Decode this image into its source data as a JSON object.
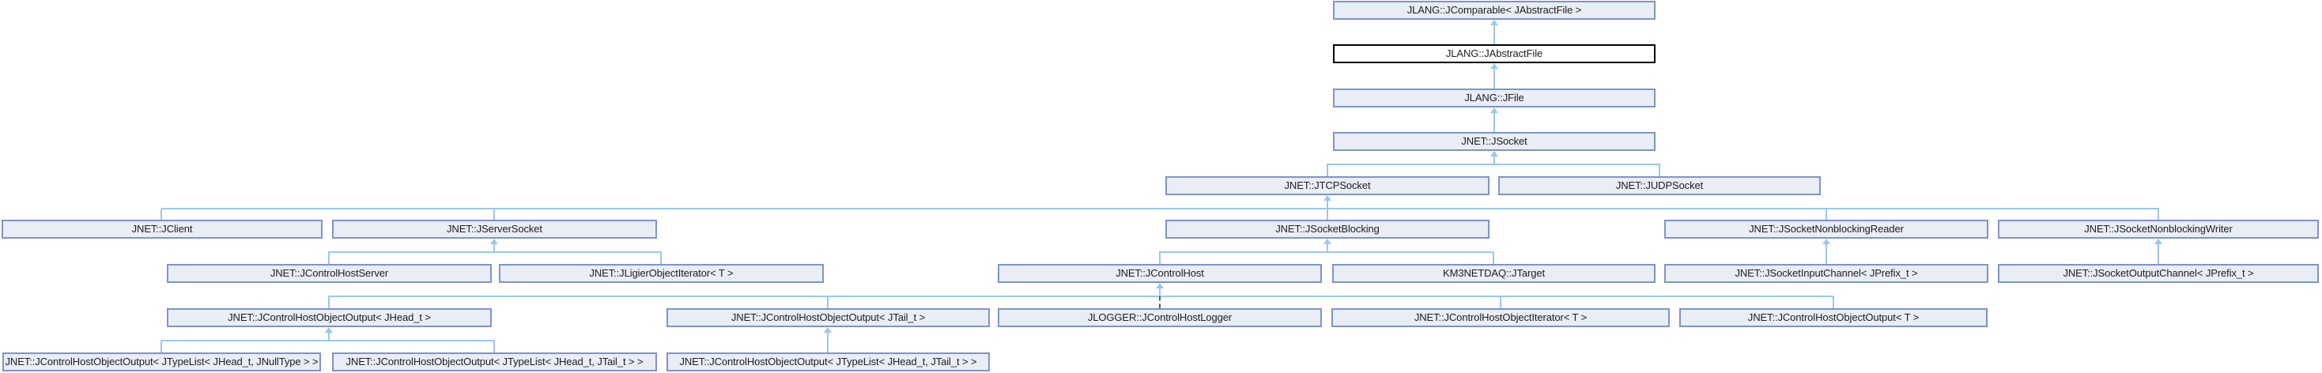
{
  "diagram": {
    "kind": "class-inheritance-graph",
    "colors": {
      "node_fill": "#e8edf6",
      "node_border": "#8193c6",
      "current_node_fill": "#ffffff",
      "current_node_border": "#000000",
      "edge": "#9cc7e8",
      "edge_protected": "#2e7d32",
      "text": "#202020"
    },
    "nodes": {
      "jcomparable": {
        "label": "JLANG::JComparable< JAbstractFile >"
      },
      "jabstractfile": {
        "label": "JLANG::JAbstractFile"
      },
      "jfile": {
        "label": "JLANG::JFile"
      },
      "jsocket": {
        "label": "JNET::JSocket"
      },
      "jtcpsocket": {
        "label": "JNET::JTCPSocket"
      },
      "judpsocket": {
        "label": "JNET::JUDPSocket"
      },
      "jclient": {
        "label": "JNET::JClient"
      },
      "jserversocket": {
        "label": "JNET::JServerSocket"
      },
      "jsocketblocking": {
        "label": "JNET::JSocketBlocking"
      },
      "jsocketnonblockingreader": {
        "label": "JNET::JSocketNonblockingReader"
      },
      "jsocketnonblockingwriter": {
        "label": "JNET::JSocketNonblockingWriter"
      },
      "jcontrolhostserver": {
        "label": "JNET::JControlHostServer"
      },
      "jligierobjectiterator": {
        "label": "JNET::JLigierObjectIterator< T >"
      },
      "jcontrolhost": {
        "label": "JNET::JControlHost"
      },
      "jtarget": {
        "label": "KM3NETDAQ::JTarget"
      },
      "jsocketinputchannel": {
        "label": "JNET::JSocketInputChannel< JPrefix_t >"
      },
      "jsocketoutputchannel": {
        "label": "JNET::JSocketOutputChannel< JPrefix_t >"
      },
      "out_jhead": {
        "label": "JNET::JControlHostObjectOutput< JHead_t >"
      },
      "out_jtail": {
        "label": "JNET::JControlHostObjectOutput< JTail_t >"
      },
      "jcontrolhostlogger": {
        "label": "JLOGGER::JControlHostLogger"
      },
      "objiterator_t": {
        "label": "JNET::JControlHostObjectIterator< T >"
      },
      "out_t": {
        "label": "JNET::JControlHostObjectOutput< T >"
      },
      "out_typelist_null": {
        "label": "JNET::JControlHostObjectOutput< JTypeList< JHead_t, JNullType > >"
      },
      "out_typelist_tail1": {
        "label": "JNET::JControlHostObjectOutput< JTypeList< JHead_t, JTail_t > >"
      },
      "out_typelist_tail2": {
        "label": "JNET::JControlHostObjectOutput< JTypeList< JHead_t, JTail_t > >"
      }
    },
    "edges": [
      {
        "from": "jabstractfile",
        "to": "jcomparable",
        "style": "solid"
      },
      {
        "from": "jfile",
        "to": "jabstractfile",
        "style": "solid"
      },
      {
        "from": "jsocket",
        "to": "jfile",
        "style": "solid"
      },
      {
        "from": "jtcpsocket",
        "to": "jsocket",
        "style": "solid"
      },
      {
        "from": "judpsocket",
        "to": "jsocket",
        "style": "solid"
      },
      {
        "from": "jclient",
        "to": "jtcpsocket",
        "style": "solid"
      },
      {
        "from": "jserversocket",
        "to": "jtcpsocket",
        "style": "solid"
      },
      {
        "from": "jsocketblocking",
        "to": "jtcpsocket",
        "style": "solid"
      },
      {
        "from": "jsocketnonblockingreader",
        "to": "jtcpsocket",
        "style": "solid"
      },
      {
        "from": "jsocketnonblockingwriter",
        "to": "jtcpsocket",
        "style": "solid"
      },
      {
        "from": "jcontrolhostserver",
        "to": "jserversocket",
        "style": "solid"
      },
      {
        "from": "jligierobjectiterator",
        "to": "jserversocket",
        "style": "solid"
      },
      {
        "from": "jcontrolhost",
        "to": "jsocketblocking",
        "style": "solid"
      },
      {
        "from": "jtarget",
        "to": "jsocketblocking",
        "style": "solid"
      },
      {
        "from": "jsocketinputchannel",
        "to": "jsocketnonblockingreader",
        "style": "solid"
      },
      {
        "from": "jsocketoutputchannel",
        "to": "jsocketnonblockingwriter",
        "style": "solid"
      },
      {
        "from": "out_jhead",
        "to": "jcontrolhost",
        "style": "solid"
      },
      {
        "from": "out_jtail",
        "to": "jcontrolhost",
        "style": "solid"
      },
      {
        "from": "jcontrolhostlogger",
        "to": "jcontrolhost",
        "style": "dashed-protected"
      },
      {
        "from": "objiterator_t",
        "to": "jcontrolhost",
        "style": "solid"
      },
      {
        "from": "out_t",
        "to": "jcontrolhost",
        "style": "solid"
      },
      {
        "from": "out_typelist_null",
        "to": "out_jhead",
        "style": "solid"
      },
      {
        "from": "out_typelist_tail1",
        "to": "out_jhead",
        "style": "solid"
      },
      {
        "from": "out_typelist_tail2",
        "to": "out_jtail",
        "style": "solid"
      }
    ]
  }
}
